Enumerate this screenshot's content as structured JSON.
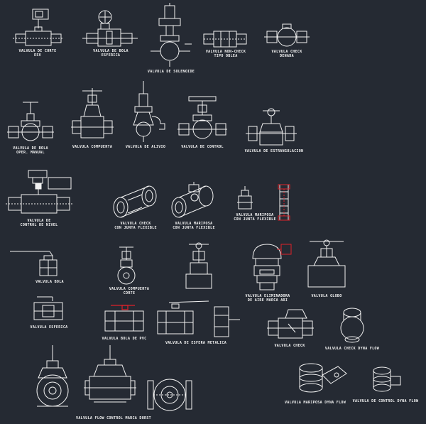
{
  "labels": {
    "v01": [
      "VALVULA DE CORTE",
      "ESV"
    ],
    "v02": [
      "VALVULA DE BOLA",
      "ESFERICA"
    ],
    "v03": [
      "VALVULA DE SOLENOIDE"
    ],
    "v04": [
      "VALVULA NON-CHECK",
      "TIPO OBLEA"
    ],
    "v05": [
      "VALVULA CHECK",
      "DENADA"
    ],
    "v06": [
      "VALVULA DE BOLA",
      "OPER. MANUAL"
    ],
    "v07": [
      "VALVULA COMPUERTA"
    ],
    "v08": [
      "VALVULA DE ALIVIO"
    ],
    "v09": [
      "VALVULA DE CONTROL"
    ],
    "v10": [
      "VALVULA DE ESTRANGULACION"
    ],
    "v11": [
      "VALVULA DE",
      "CONTROL DE NIVEL"
    ],
    "v12": [
      "VALVULA CHECK",
      "CON JUNTA FLEXIBLE"
    ],
    "v13": [
      "VALVULA MARIPOSA",
      "CON JUNTA FLEXIBLE"
    ],
    "v14": [
      "VALVULA MARIPOSA",
      "CON JUNTA FLEXIBLE"
    ],
    "v15": [
      "VALVULA BOLA"
    ],
    "v16": [
      "VALVULA COMPUERTA",
      "CORTE"
    ],
    "v17": [
      "VALVULA ELIMINADORA",
      "DE AIRE MARCA ARI"
    ],
    "v18": [
      "VALVULA GLOBO"
    ],
    "v19": [
      "VALVULA ESFERICA"
    ],
    "v20": [
      "VALVULA BOLA DE PVC"
    ],
    "v21": [
      "VALVULA DE ESFERA METALICA"
    ],
    "v22": [
      "VALVULA CHECK"
    ],
    "v23": [
      "VALVULA CHECK DYNA FLOW"
    ],
    "v24": [
      "VALVULA MARIPOSA DYNA FLOW"
    ],
    "v25": [
      "VALVULA DE CONTROL DYNA FLOW"
    ],
    "v26": [
      "VALVULA FLOW CONTROL MARCA DORST"
    ]
  },
  "colors": {
    "background": "#252a33",
    "line": "#f2f2f2",
    "accent": "#e0212a"
  }
}
